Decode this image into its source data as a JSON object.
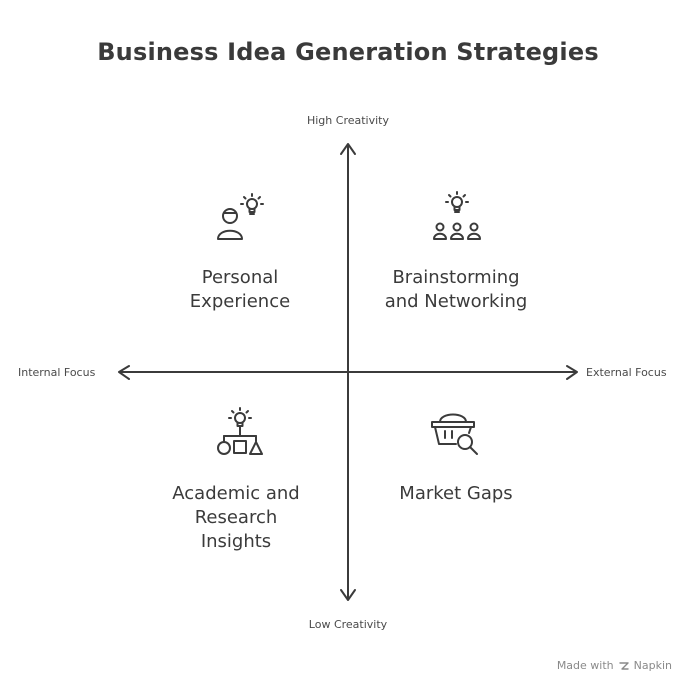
{
  "title": "Business Idea Generation Strategies",
  "axes": {
    "top": "High Creativity",
    "bottom": "Low Creativity",
    "left": "Internal Focus",
    "right": "External Focus"
  },
  "quadrants": {
    "top_left": {
      "line1": "Personal",
      "line2": "Experience",
      "icon": "person-lightbulb-icon"
    },
    "top_right": {
      "line1": "Brainstorming",
      "line2": "and Networking",
      "icon": "group-lightbulb-icon"
    },
    "bottom_left": {
      "line1": "Academic and",
      "line2": "Research",
      "line3": "Insights",
      "icon": "shapes-lightbulb-icon"
    },
    "bottom_right": {
      "line1": "Market Gaps",
      "icon": "basket-search-icon"
    }
  },
  "footer": {
    "made_with": "Made with",
    "brand": "Napkin"
  },
  "colors": {
    "ink": "#3b3b3b",
    "muted": "#8a8a8a"
  }
}
